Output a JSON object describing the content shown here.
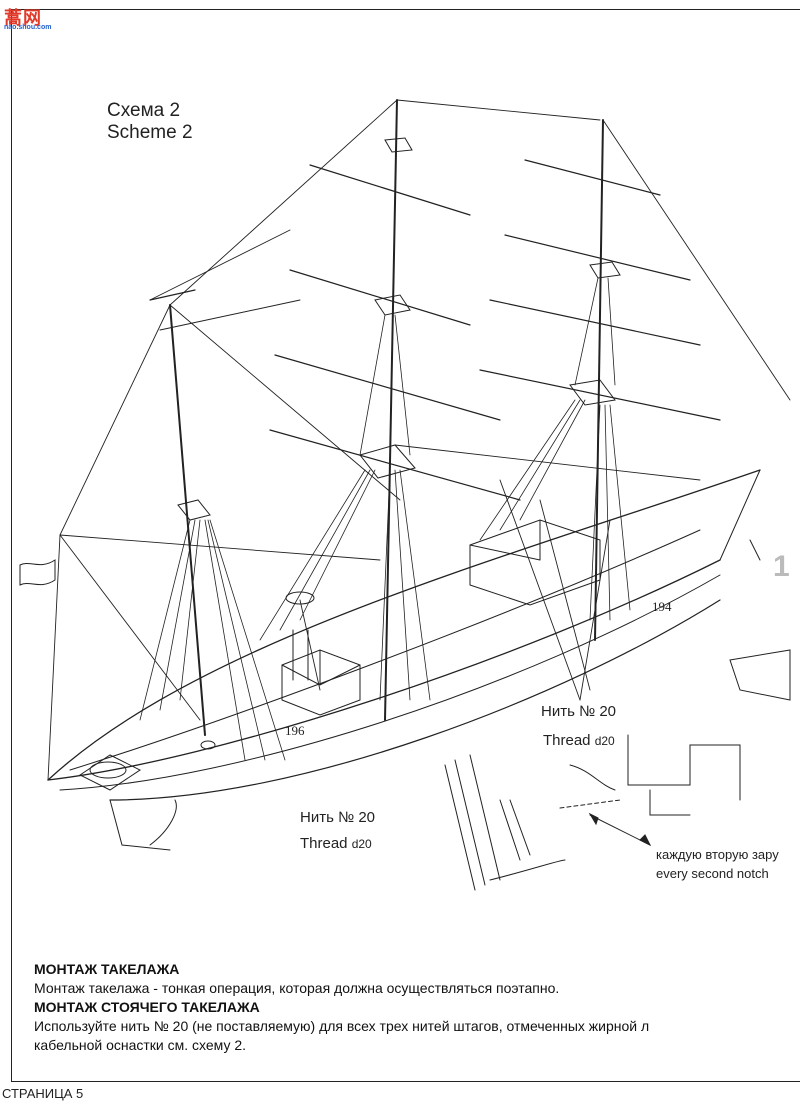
{
  "watermark": {
    "logo_text": "蒿网",
    "url": "nao.shou.com"
  },
  "scheme": {
    "line_ru": "Схема 2",
    "line_en": "Scheme 2"
  },
  "labels": {
    "thread_top_ru": "Нить № 20",
    "thread_top_en": "Thread",
    "thread_top_size": "d20",
    "thread_bottom_ru": "Нить № 20",
    "thread_bottom_en": "Thread",
    "thread_bottom_size": "d20",
    "part_194": "194",
    "part_196": "196",
    "part_edge": "1",
    "notch_ru": "каждую вторую зару",
    "notch_en": "every second notch"
  },
  "text": {
    "heading1": "МОНТАЖ ТАКЕЛАЖА",
    "para1": "Монтаж такелажа - тонкая операция, которая должна осуществляться поэтапно.",
    "heading2": "МОНТАЖ СТОЯЧЕГО ТАКЕЛАЖА",
    "para2a": "Используйте нить № 20 (не поставляемую) для всех трех нитей штагов, отмеченных жирной л",
    "para2b": "кабельной оснастки см. схему 2."
  },
  "footer": {
    "page": "СТРАНИЦА 5"
  }
}
